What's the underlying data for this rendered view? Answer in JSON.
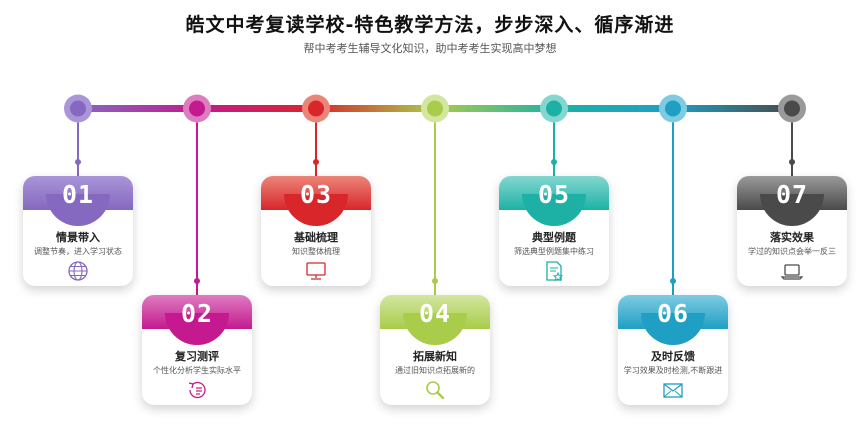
{
  "title": "皓文中考复读学校-特色教学方法，步步深入、循序渐进",
  "subtitle": "帮中考考生辅导文化知识，助中考考生实现高中梦想",
  "steps": [
    {
      "num": "01",
      "name": "情景带入",
      "desc": "调整节奏，进入学习状态",
      "icon": "globe-icon",
      "color": "#8568c0",
      "light": "#a995d8",
      "position": "top"
    },
    {
      "num": "02",
      "name": "复习测评",
      "desc": "个性化分析学生实际水平",
      "icon": "review-clock-icon",
      "color": "#c4198f",
      "light": "#de7cc0",
      "position": "bottom"
    },
    {
      "num": "03",
      "name": "基础梳理",
      "desc": "知识整体梳理",
      "icon": "monitor-icon",
      "color": "#d8262b",
      "light": "#ec8579",
      "position": "top"
    },
    {
      "num": "04",
      "name": "拓展新知",
      "desc": "通过旧知识点拓展新的",
      "icon": "search-icon",
      "color": "#a9cc4a",
      "light": "#d3e6a0",
      "position": "bottom"
    },
    {
      "num": "05",
      "name": "典型例题",
      "desc": "筛选典型例题集中练习",
      "icon": "document-star-icon",
      "color": "#1db1a6",
      "light": "#84d7cf",
      "position": "top"
    },
    {
      "num": "06",
      "name": "及时反馈",
      "desc": "学习效果及时检测,不断跟进",
      "icon": "mail-icon",
      "color": "#1e9fc3",
      "light": "#7fcbe2",
      "position": "bottom"
    },
    {
      "num": "07",
      "name": "落实效果",
      "desc": "学过的知识点会举一反三",
      "icon": "laptop-icon",
      "color": "#4a4a4a",
      "light": "#9a9a9a",
      "position": "top"
    }
  ]
}
